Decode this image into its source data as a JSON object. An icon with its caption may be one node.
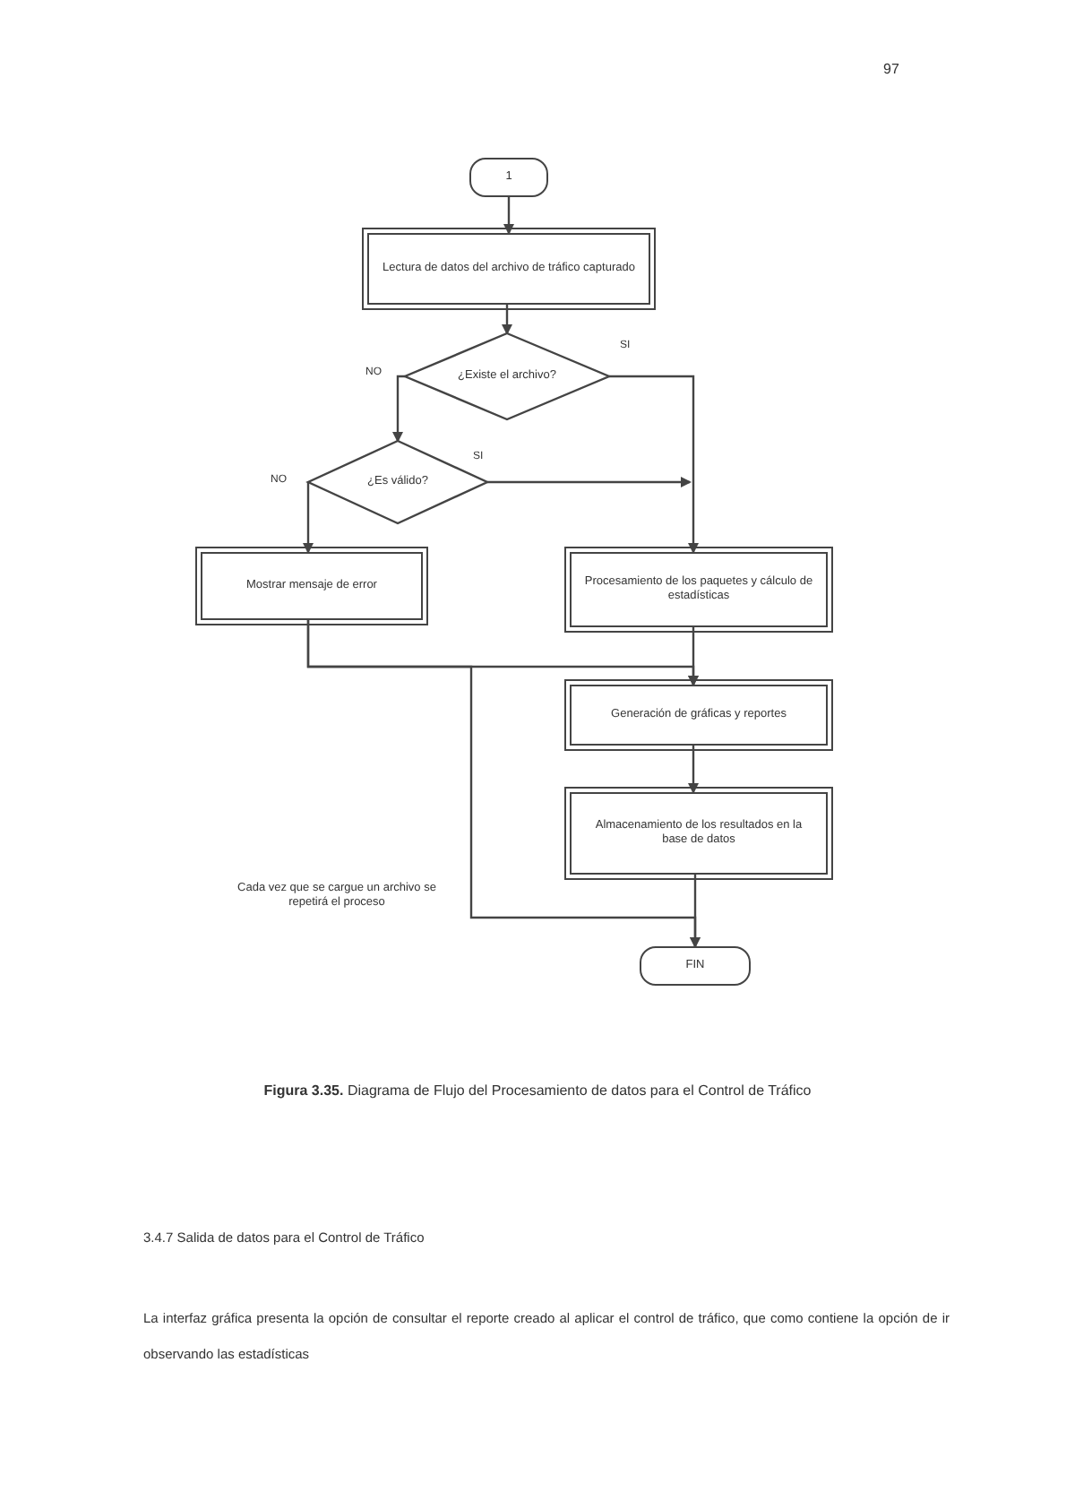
{
  "diagram": {
    "caption": "**Figura 3.35.** Diagrama de Flujo del Procesamiento de datos para el Control de Tráfico",
    "nodes": [
      {
        "text": [
          "1"
        ]
      },
      {
        "text": [
          "Lectura de datos del archivo de tráfico capturado"
        ]
      },
      {
        "text": [
          "¿Existe el archivo?"
        ]
      },
      {
        "text": [
          "¿Es válido?"
        ]
      },
      {
        "text": [
          "Mostrar mensaje de error"
        ]
      },
      {
        "text": [
          "Procesamiento de los paquetes y cálculo de estadísticas"
        ]
      },
      {
        "text": [
          "Generación de gráficas y reportes"
        ]
      },
      {
        "text": [
          "Almacenamiento de los resultados en la base de datos"
        ]
      },
      {
        "text": [
          "FIN"
        ]
      }
    ],
    "edges": [
      {
        "from": 0,
        "to": 1,
        "arrow": "to"
      },
      {
        "from": 1,
        "to": 2,
        "arrow": "to"
      },
      {
        "from": 2,
        "to": 3,
        "arrow": "to",
        "label": "NO"
      },
      {
        "from": 2,
        "to": 5,
        "arrow": "to",
        "label": "SI"
      },
      {
        "from": 3,
        "to": 4,
        "arrow": "to",
        "label": "NO"
      },
      {
        "from": 3,
        "to": 5,
        "arrow": "to",
        "label": "SI"
      },
      {
        "from": 4,
        "to": 6,
        "arrow": "to"
      },
      {
        "from": 5,
        "to": 6,
        "arrow": "to"
      },
      {
        "from": 4,
        "to": 8,
        "arrow": "to"
      },
      {
        "from": 6,
        "to": 7,
        "arrow": "to"
      },
      {
        "from": 7,
        "to": 8,
        "arrow": "to"
      }
    ],
    "labels": [
      "97",
      "Cada vez que se cargue un archivo se repetirá el proceso",
      "3.4.7 Salida de datos para el Control de Tráfico",
      "La interfaz gráfica presenta la opción de consultar el reporte creado al aplicar el control de tráfico, que como contiene la opción de ir observando las estadísticas"
    ]
  }
}
